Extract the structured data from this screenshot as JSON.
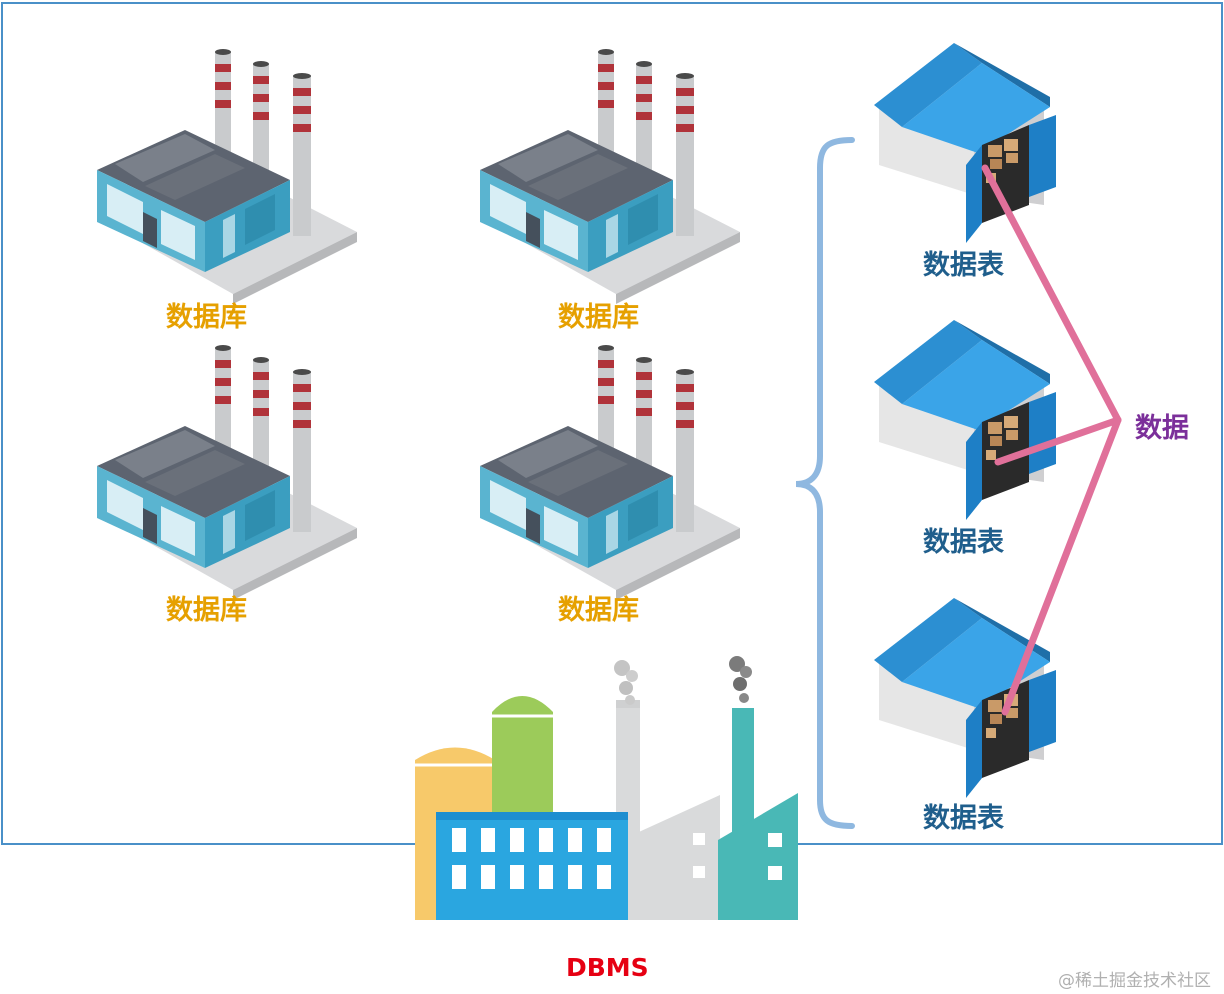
{
  "databases": [
    {
      "label": "数据库"
    },
    {
      "label": "数据库"
    },
    {
      "label": "数据库"
    },
    {
      "label": "数据库"
    }
  ],
  "tables": [
    {
      "label": "数据表"
    },
    {
      "label": "数据表"
    },
    {
      "label": "数据表"
    }
  ],
  "data_label": "数据",
  "dbms_label": "DBMS",
  "watermark": "@稀土掘金技术社区",
  "colors": {
    "frame": "#4a90c8",
    "brace": "#8fb8e0",
    "connector": "#e0709a",
    "database_label": "#e6a000",
    "table_label": "#1f5e8c",
    "data_label": "#7b2f9a",
    "dbms_label": "#e60012"
  }
}
